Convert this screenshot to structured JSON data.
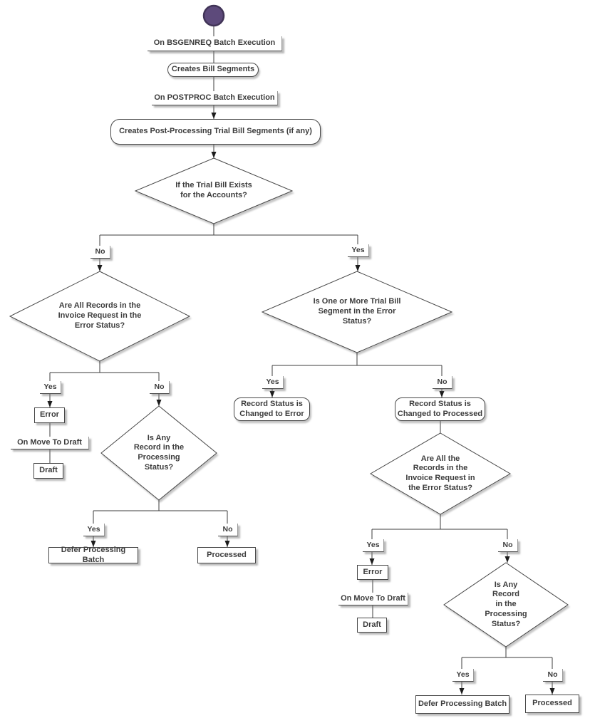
{
  "flowchart": {
    "colors": {
      "start_fill": "#5d4a7b",
      "start_stroke": "#413457",
      "line": "#3c3c3c"
    },
    "icons": {
      "start": "start-circle-icon",
      "arrow": "down-arrowhead-icon"
    },
    "steps": {
      "on_bsgenreq": "On BSGENREQ Batch Execution",
      "creates_bill_segments": "Creates Bill Segments",
      "on_postproc": "On POSTPROC Batch Execution",
      "creates_post_processing": "Creates Post-Processing Trial Bill Segments (if any)",
      "record_status_error": "Record Status is\nChanged to Error",
      "record_status_processed": "Record Status is\nChanged to Processed",
      "error": "Error",
      "on_move_to_draft": "On Move To Draft",
      "draft": "Draft",
      "defer_processing_batch": "Defer Processing Batch",
      "processed": "Processed"
    },
    "decisions": {
      "trial_bill_exists": "If the Trial Bill Exists\nfor the Accounts?",
      "all_records_error_left": "Are All Records in the\nInvoice Request in the\nError Status?",
      "one_or_more_trial_bill_error": "Is One or More Trial Bill\nSegment in the Error\nStatus?",
      "any_record_processing_left": "Is Any\nRecord in the\nProcessing\nStatus?",
      "all_records_error_right": "Are All the\nRecords in the\nInvoice Request in\nthe Error Status?",
      "any_record_processing_right": "Is Any\nRecord\nin the\nProcessing\nStatus?"
    },
    "branch_labels": {
      "yes": "Yes",
      "no": "No"
    }
  }
}
